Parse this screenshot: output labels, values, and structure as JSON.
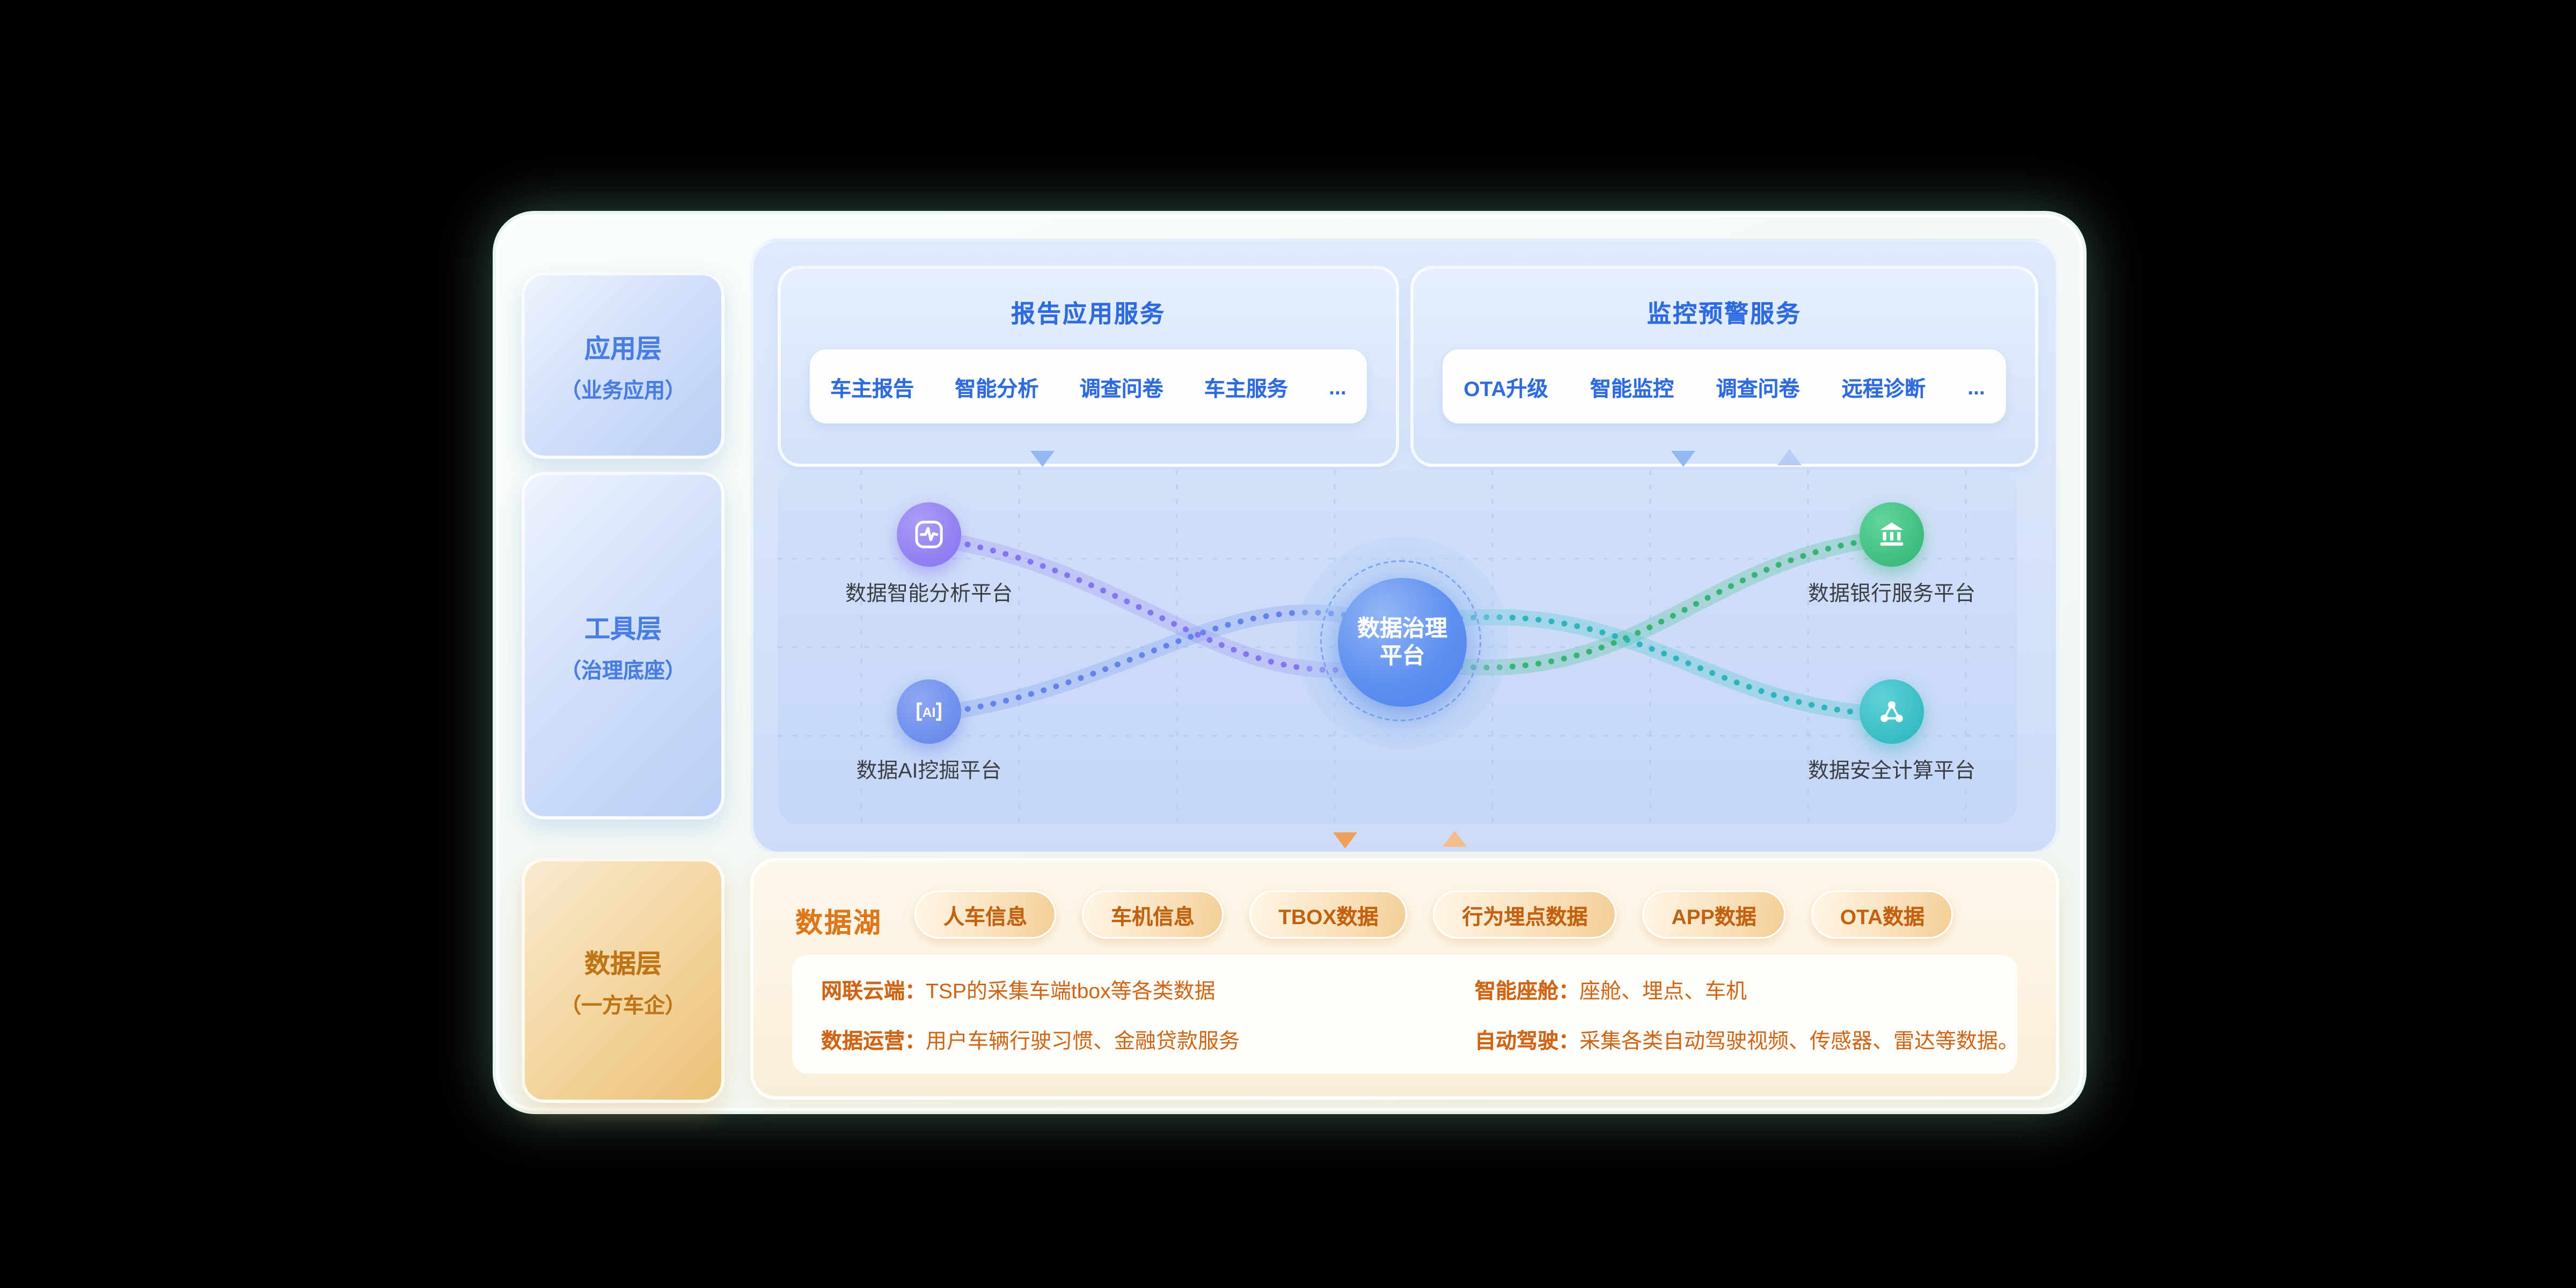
{
  "colors": {
    "background": "#000000",
    "accent_blue": "#2e6ae0",
    "accent_orange": "#e0761a",
    "node_purple": "#8f7ef2",
    "node_blue": "#6a8ef0",
    "node_green": "#3ec183",
    "node_teal": "#38c2c6"
  },
  "layers": {
    "application": {
      "title": "应用层",
      "subtitle": "（业务应用）"
    },
    "tool": {
      "title": "工具层",
      "subtitle": "（治理底座）"
    },
    "data": {
      "title": "数据层",
      "subtitle": "（一方车企）"
    }
  },
  "report_panel": {
    "title": "报告应用服务",
    "items": [
      "车主报告",
      "智能分析",
      "调查问卷",
      "车主服务",
      "..."
    ]
  },
  "monitor_panel": {
    "title": "监控预警服务",
    "items": [
      "OTA升级",
      "智能监控",
      "调查问卷",
      "远程诊断",
      "..."
    ]
  },
  "hub": {
    "line1": "数据治理",
    "line2": "平台"
  },
  "nodes": {
    "analysis": {
      "label": "数据智能分析平台",
      "icon": "pulse-icon"
    },
    "ai_mining": {
      "label": "数据AI挖掘平台",
      "icon": "ai-icon",
      "icon_text": "AI"
    },
    "bank": {
      "label": "数据银行服务平台",
      "icon": "bank-icon"
    },
    "security": {
      "label": "数据安全计算平台",
      "icon": "network-icon"
    }
  },
  "data_lake": {
    "title": "数据湖",
    "tags": [
      "人车信息",
      "车机信息",
      "TBOX数据",
      "行为埋点数据",
      "APP数据",
      "OTA数据"
    ],
    "details_left": [
      {
        "label": "网联云端：",
        "text": "TSP的采集车端tbox等各类数据"
      },
      {
        "label": "数据运营：",
        "text": "用户车辆行驶习惯、金融贷款服务"
      }
    ],
    "details_right": [
      {
        "label": "智能座舱：",
        "text": "座舱、埋点、车机"
      },
      {
        "label": "自动驾驶：",
        "text": "采集各类自动驾驶视频、传感器、雷达等数据。"
      }
    ]
  }
}
